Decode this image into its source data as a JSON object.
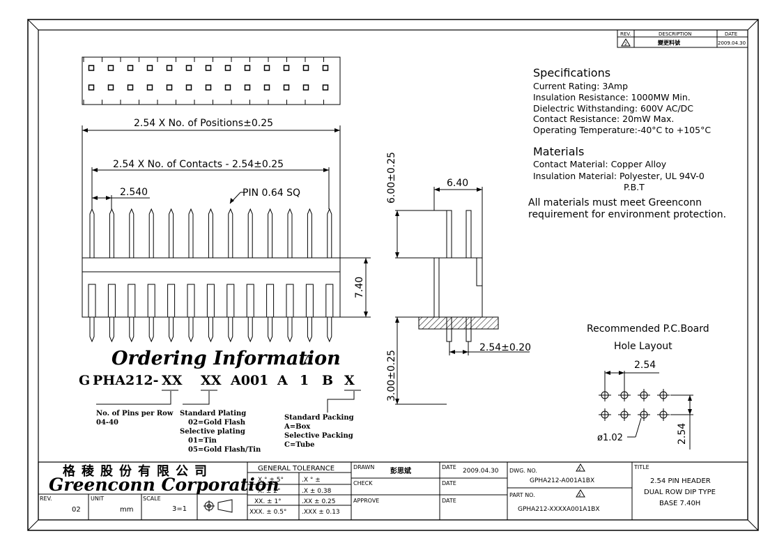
{
  "rev_block": {
    "rev_header": "REV.",
    "desc_header": "DESCRIPTION",
    "date_header": "DATE",
    "rev_mark": "2",
    "description": "變更料號",
    "date": "2009.04.30"
  },
  "specifications": {
    "heading": "Specifications",
    "lines": [
      "Current Rating:  3Amp",
      "Insulation Resistance: 1000MW Min.",
      "Dielectric Withstanding:  600V AC/DC",
      "Contact Resistance:  20mW Max.",
      "Operating Temperature:-40°C to +105°C"
    ]
  },
  "materials": {
    "heading": "Materials",
    "contact": "Contact Material: Copper Alloy",
    "insulation": "Insulation Material: Polyester, UL 94V-0",
    "insulation_2": "P.B.T",
    "note_1": "All materials must meet Greenconn",
    "note_2": "requirement for environment protection."
  },
  "front_view": {
    "positions_dim": "2.54 X No. of Positions±0.25",
    "contacts_dim": "2.54 X No. of Contacts - 2.54±0.25",
    "pitch_dim": "2.540",
    "pin_note": "PIN 0.64 SQ",
    "height_dim": "7.40"
  },
  "side_view": {
    "width_dim": "6.40",
    "upper_dim": "6.00±0.25",
    "lower_dim": "3.00±0.25",
    "row_pitch_dim": "2.54±0.20"
  },
  "pcb_layout": {
    "title_1": "Recommended P.C.Board",
    "title_2": "Hole Layout",
    "pitch_x": "2.54",
    "pitch_y": "2.54",
    "hole_dia": "ø1.02"
  },
  "ordering": {
    "heading": "Ordering Information",
    "code_parts": [
      "G",
      "PHA212-",
      "XX",
      "XX",
      "A001",
      "A",
      "1",
      "B",
      "X"
    ],
    "pins_label_1": "No. of Pins per Row",
    "pins_label_2": "04-40",
    "plating_lines": [
      "Standard Plating",
      "02=Gold Flash",
      "Selective plating",
      "01=Tin",
      "05=Gold Flash/Tin"
    ],
    "packing_lines": [
      "Standard Packing",
      "A=Box",
      "Selective Packing",
      "C=Tube"
    ]
  },
  "title_block": {
    "company_cn": "格稜股份有限公司",
    "company_en": "Greenconn Corporation",
    "tolerance_header": "GENERAL TOLERANCE",
    "tol_left": [
      "X.° ± 5°",
      "X. ± 2°",
      "XX. ± 1°",
      "XXX. ± 0.5°"
    ],
    "tol_right": [
      ".X ° ±",
      ".X   ± 0.38",
      ".XX   ± 0.25",
      ".XXX ± 0.13"
    ],
    "drawn_label": "DRAWN",
    "drawn_by": "彭思斌",
    "check_label": "CHECK",
    "approve_label": "APPROVE",
    "date_label": "DATE",
    "drawn_date": "2009.04.30",
    "dwg_label": "DWG. NO.",
    "dwg_no": "GPHA212-A001A1BX",
    "part_label": "PART NO.",
    "part_no": "GPHA212-XXXXA001A1BX",
    "title_label": "TITLE",
    "title_lines": [
      "2.54 PIN HEADER",
      "DUAL ROW DIP TYPE",
      "BASE 7.40H"
    ],
    "rev_label": "REV.",
    "rev_value": "02",
    "unit_label": "UNIT",
    "unit_value": "mm",
    "scale_label": "SCALE",
    "scale_value": "3=1",
    "rev_mark": "2"
  }
}
